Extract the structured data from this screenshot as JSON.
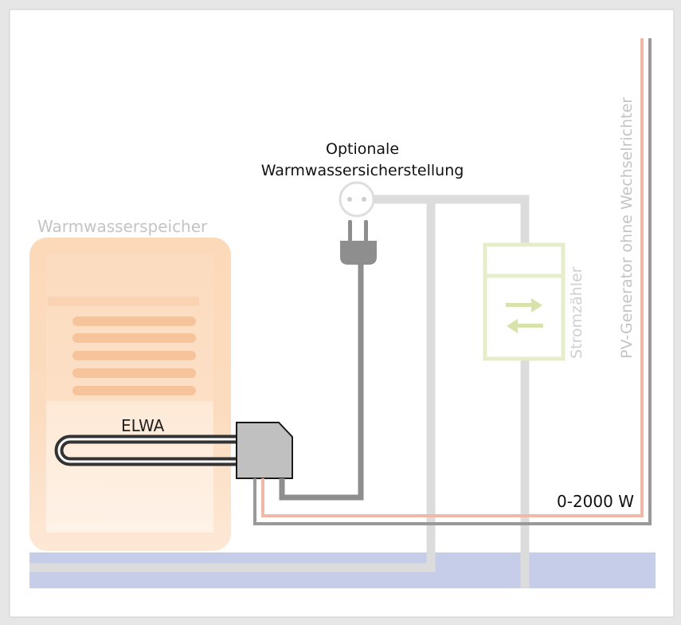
{
  "labels": {
    "optional_line1": "Optionale",
    "optional_line2": "Warmwassersicherstellung",
    "tank": "Warmwasserspeicher",
    "elwa": "ELWA",
    "meter": "Stromzähler",
    "pv": "PV-Generator ohne Wechselrichter",
    "power_range": "0-2000 W"
  },
  "colors": {
    "tank_fill": "#fcd9b8",
    "tank_title": "#c4c4c4",
    "heating_coil": "#f8c8a4",
    "meter_outline": "#e6edc9",
    "meter_arrows": "#d7e3aa",
    "dc_positive": "#f0b8a6",
    "dc_negative": "#999999",
    "light_wire": "#dcdcdc",
    "plug_wire": "#8e8e8e",
    "water_band": "#c6cde8",
    "elwa_box": "#c0c0c0"
  },
  "icons": [
    "socket-icon",
    "plug-icon",
    "bidirectional-arrows-icon"
  ]
}
